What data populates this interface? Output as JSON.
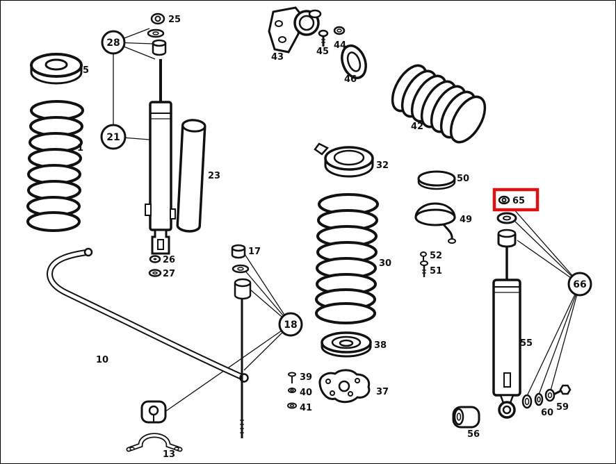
{
  "diagram": {
    "background_color": "#ffffff",
    "line_color": "#111111",
    "highlight": {
      "color": "#dd1111",
      "highlighted_part": "65"
    },
    "labels": {
      "part_1": "1",
      "part_5": "5",
      "part_10": "10",
      "part_13": "13",
      "part_17": "17",
      "part_18": "18",
      "part_21": "21",
      "part_23": "23",
      "part_25": "25",
      "part_26": "26",
      "part_27": "27",
      "part_28": "28",
      "part_30": "30",
      "part_32": "32",
      "part_37": "37",
      "part_38": "38",
      "part_39": "39",
      "part_40": "40",
      "part_41": "41",
      "part_42": "42",
      "part_43": "43",
      "part_44": "44",
      "part_45": "45",
      "part_46": "46",
      "part_49": "49",
      "part_50": "50",
      "part_51": "51",
      "part_52": "52",
      "part_55": "55",
      "part_56": "56",
      "part_59": "59",
      "part_60": "60",
      "part_65": "65",
      "part_66": "66"
    }
  }
}
